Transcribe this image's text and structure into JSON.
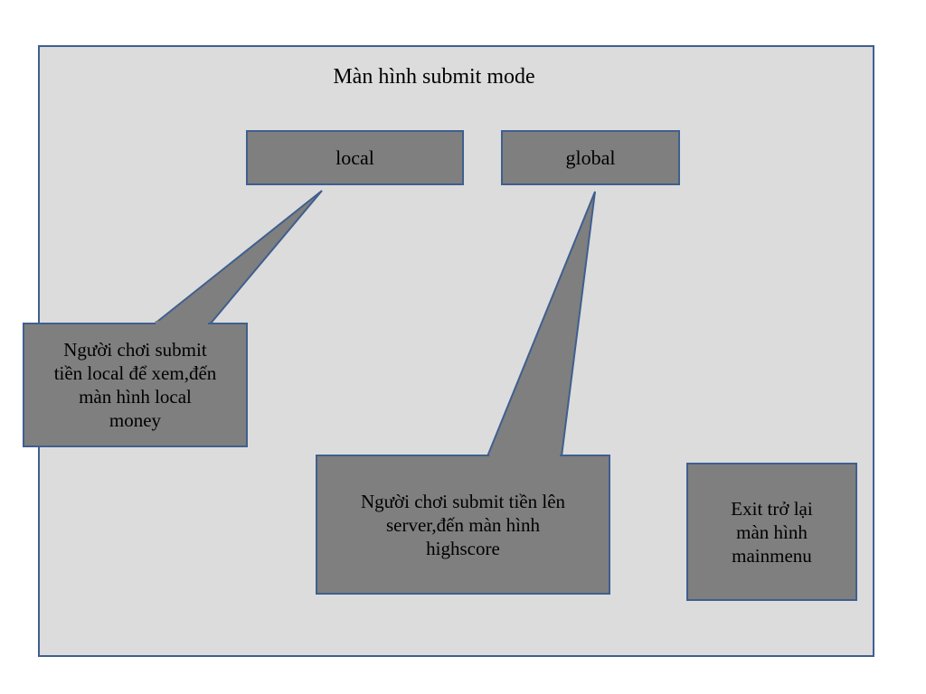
{
  "screen": {
    "title": "Màn hình submit mode"
  },
  "buttons": {
    "local": "local",
    "global": "global"
  },
  "callouts": {
    "local": "Người chơi submit\ntiền local  để xem,đến\nmàn hình local\nmoney",
    "global": "Người chơi submit tiền lên\nserver,đến màn hình\nhighscore",
    "exit": "Exit  trở  lại\nmàn hình\nmainmenu"
  },
  "colors": {
    "frame_fill": "#dcdcdc",
    "shape_fill": "#7f7f7f",
    "border": "#3f5f8f"
  }
}
